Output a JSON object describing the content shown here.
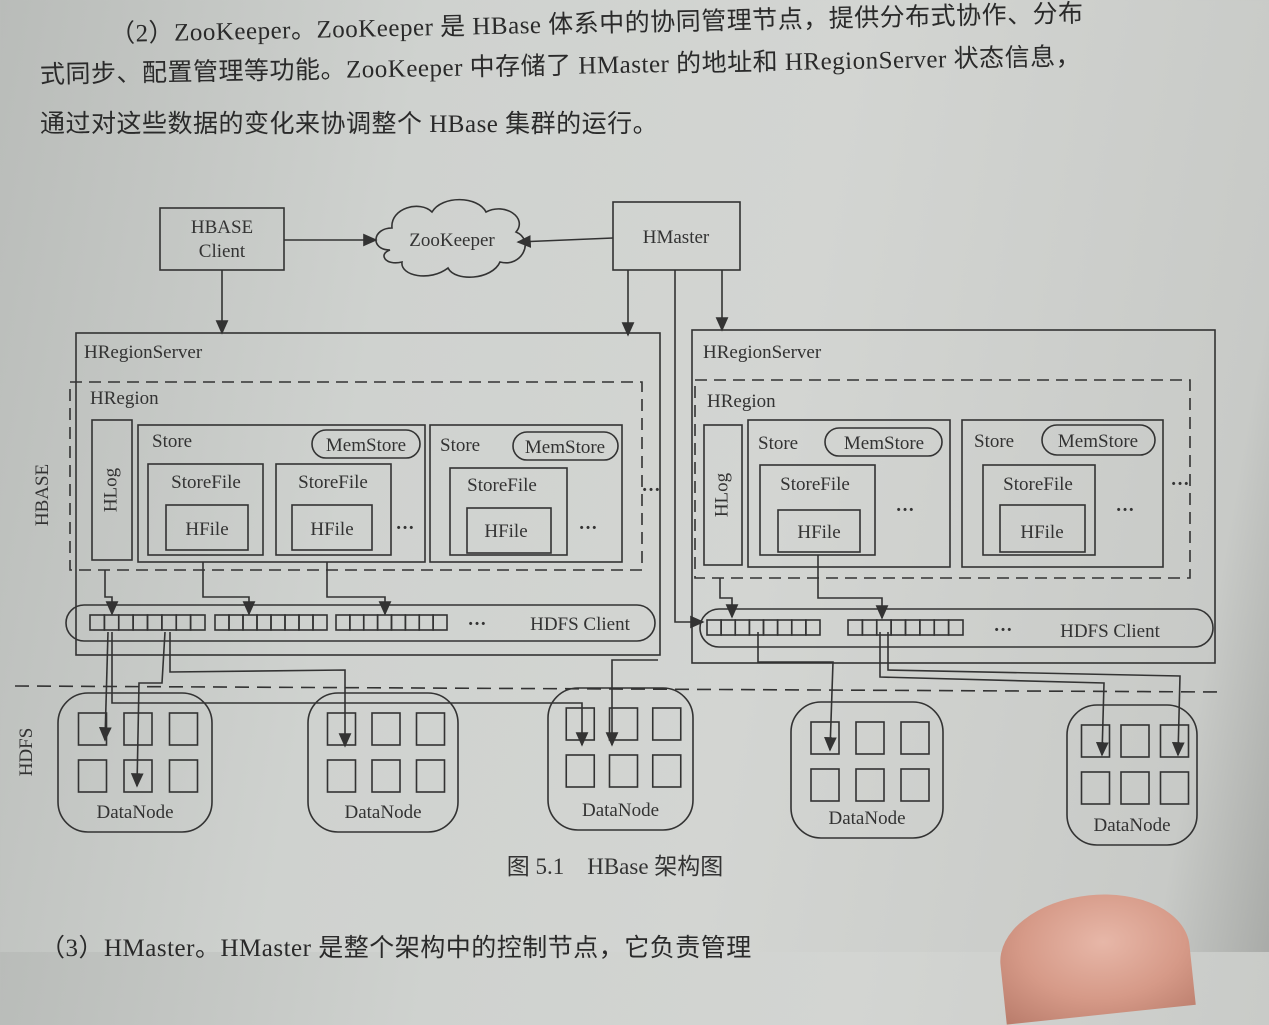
{
  "text": {
    "para1_line1": "（2）ZooKeeper。ZooKeeper 是 HBase 体系中的协同管理节点，提供分布式协作、分布",
    "para1_line2": "式同步、配置管理等功能。ZooKeeper 中存储了 HMaster 的地址和 HRegionServer 状态信息，",
    "para1_line3": "通过对这些数据的变化来协调整个 HBase 集群的运行。",
    "para2_line1": "（3）HMaster。HMaster 是整个架构中的控制节点，它负责管理"
  },
  "diagram": {
    "hbase_client_line1": "HBASE",
    "hbase_client_line2": "Client",
    "zookeeper": "ZooKeeper",
    "hmaster": "HMaster",
    "hbase_label": "HBASE",
    "hdfs_label": "HDFS",
    "region_server": "HRegionServer",
    "hregion": "HRegion",
    "hlog": "HLog",
    "store": "Store",
    "memstore": "MemStore",
    "storefile": "StoreFile",
    "hfile": "HFile",
    "ellipsis": "···",
    "hdfs_client": "HDFS Client",
    "datanode": "DataNode",
    "caption": "图 5.1　HBase 架构图"
  },
  "colors": {
    "ink": "#333333",
    "paper": "#d0d2cf"
  }
}
